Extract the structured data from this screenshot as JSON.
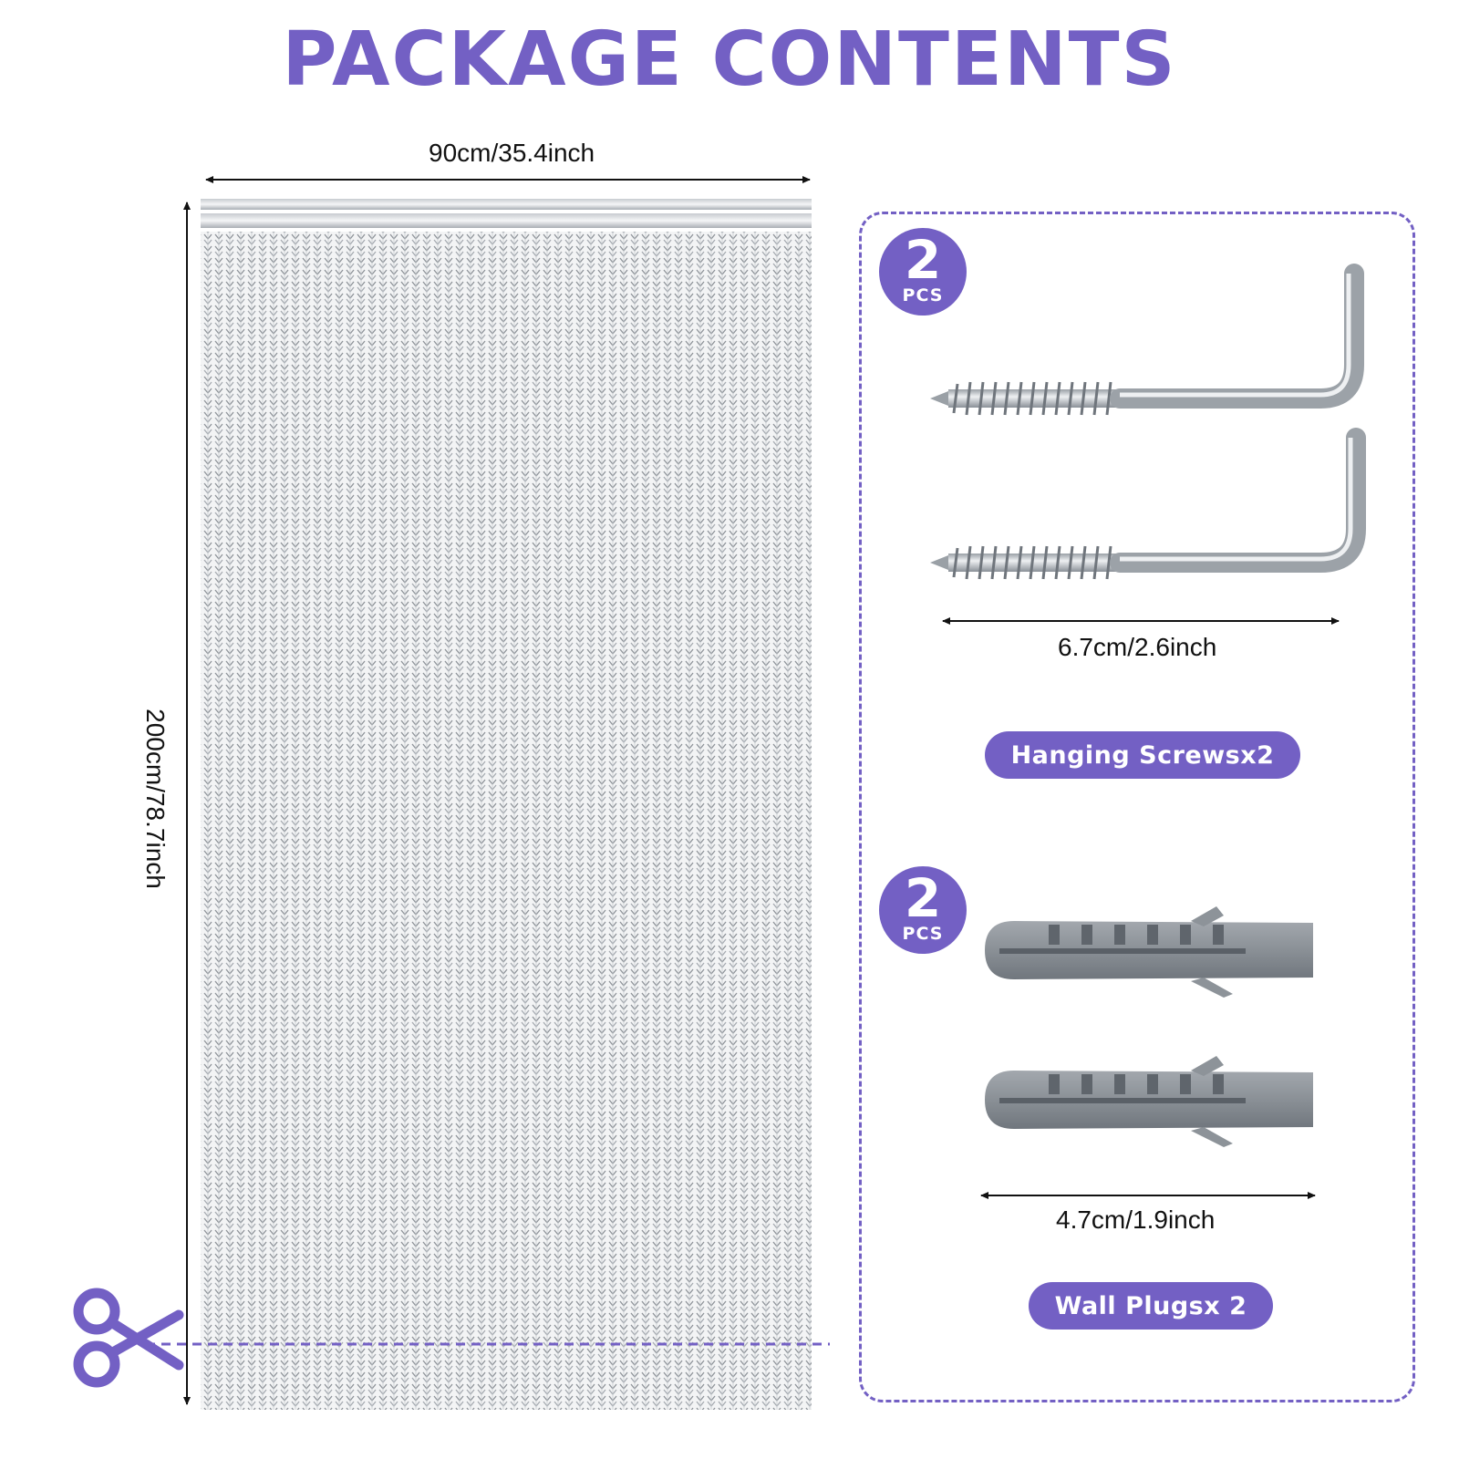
{
  "title": "PACKAGE CONTENTS",
  "curtain": {
    "width_label": "90cm/35.4inch",
    "height_label": "200cm/78.7inch"
  },
  "hanging_screws": {
    "badge_number": "2",
    "badge_unit": "PCS",
    "size_label": "6.7cm/2.6inch",
    "name": "Hanging Screwsx2"
  },
  "wall_plugs": {
    "badge_number": "2",
    "badge_unit": "PCS",
    "size_label": "4.7cm/1.9inch",
    "name": "Wall Plugsx 2"
  },
  "colors": {
    "accent": "#7360c4",
    "metal": "#b8bcc2",
    "plastic": "#8f959c"
  },
  "icons": [
    "scissors-icon",
    "dimension-arrow-icon"
  ]
}
